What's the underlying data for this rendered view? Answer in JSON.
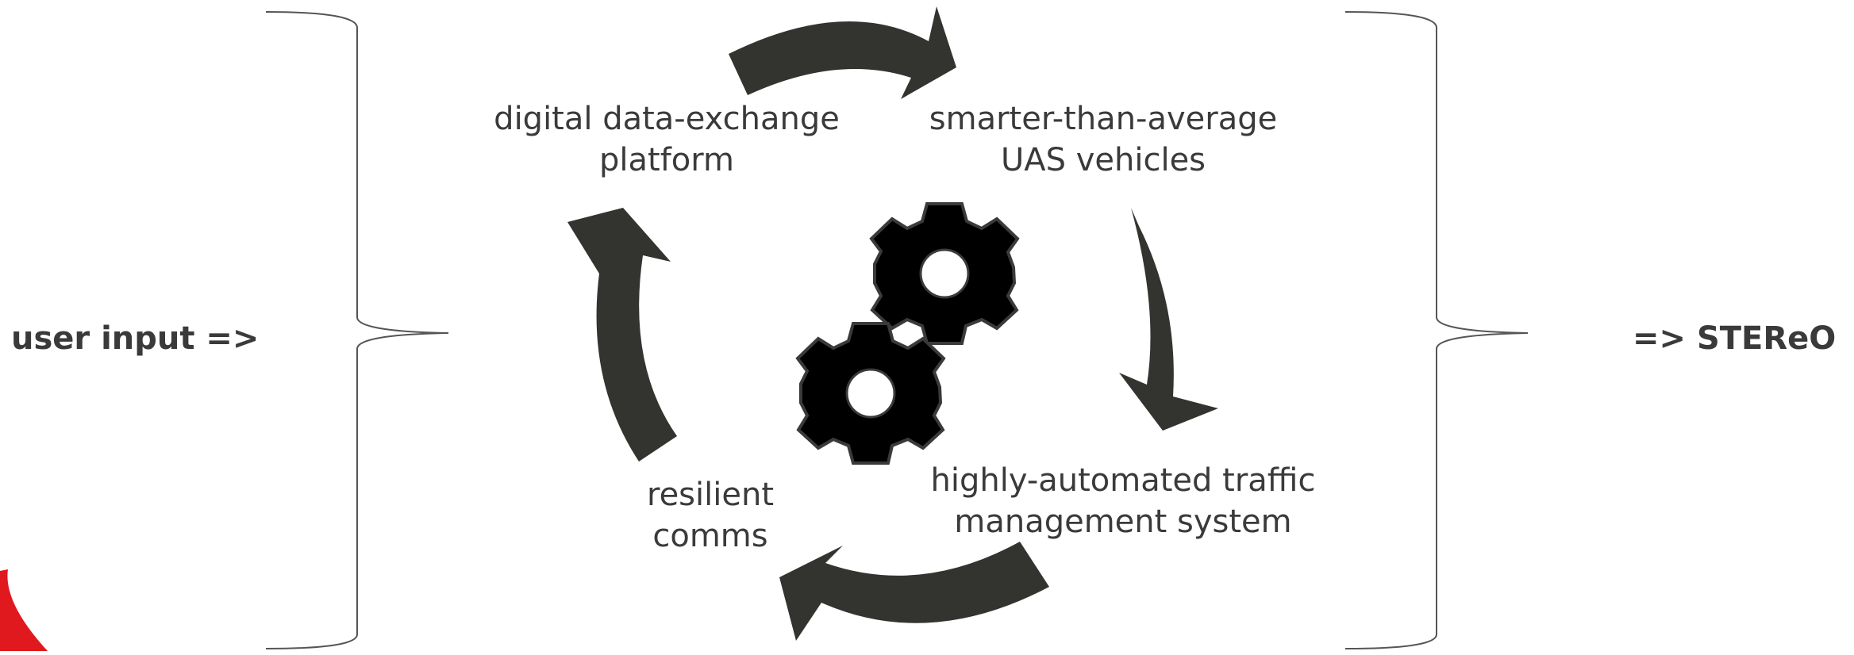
{
  "input_label": "user input =>",
  "output_label": "=> STEReO",
  "cycle": {
    "nodes": [
      {
        "lines": [
          "digital data-exchange",
          "platform"
        ]
      },
      {
        "lines": [
          "smarter-than-average",
          "UAS vehicles"
        ]
      },
      {
        "lines": [
          "highly-automated traffic",
          "management system"
        ]
      },
      {
        "lines": [
          "resilient",
          "comms"
        ]
      }
    ]
  },
  "colors": {
    "arrow": "#33332f",
    "gear": "#000000",
    "gear_stroke": "#3a3a3a",
    "text": "#3a3a3a",
    "brace": "#555555",
    "logo": "#e0191e"
  }
}
